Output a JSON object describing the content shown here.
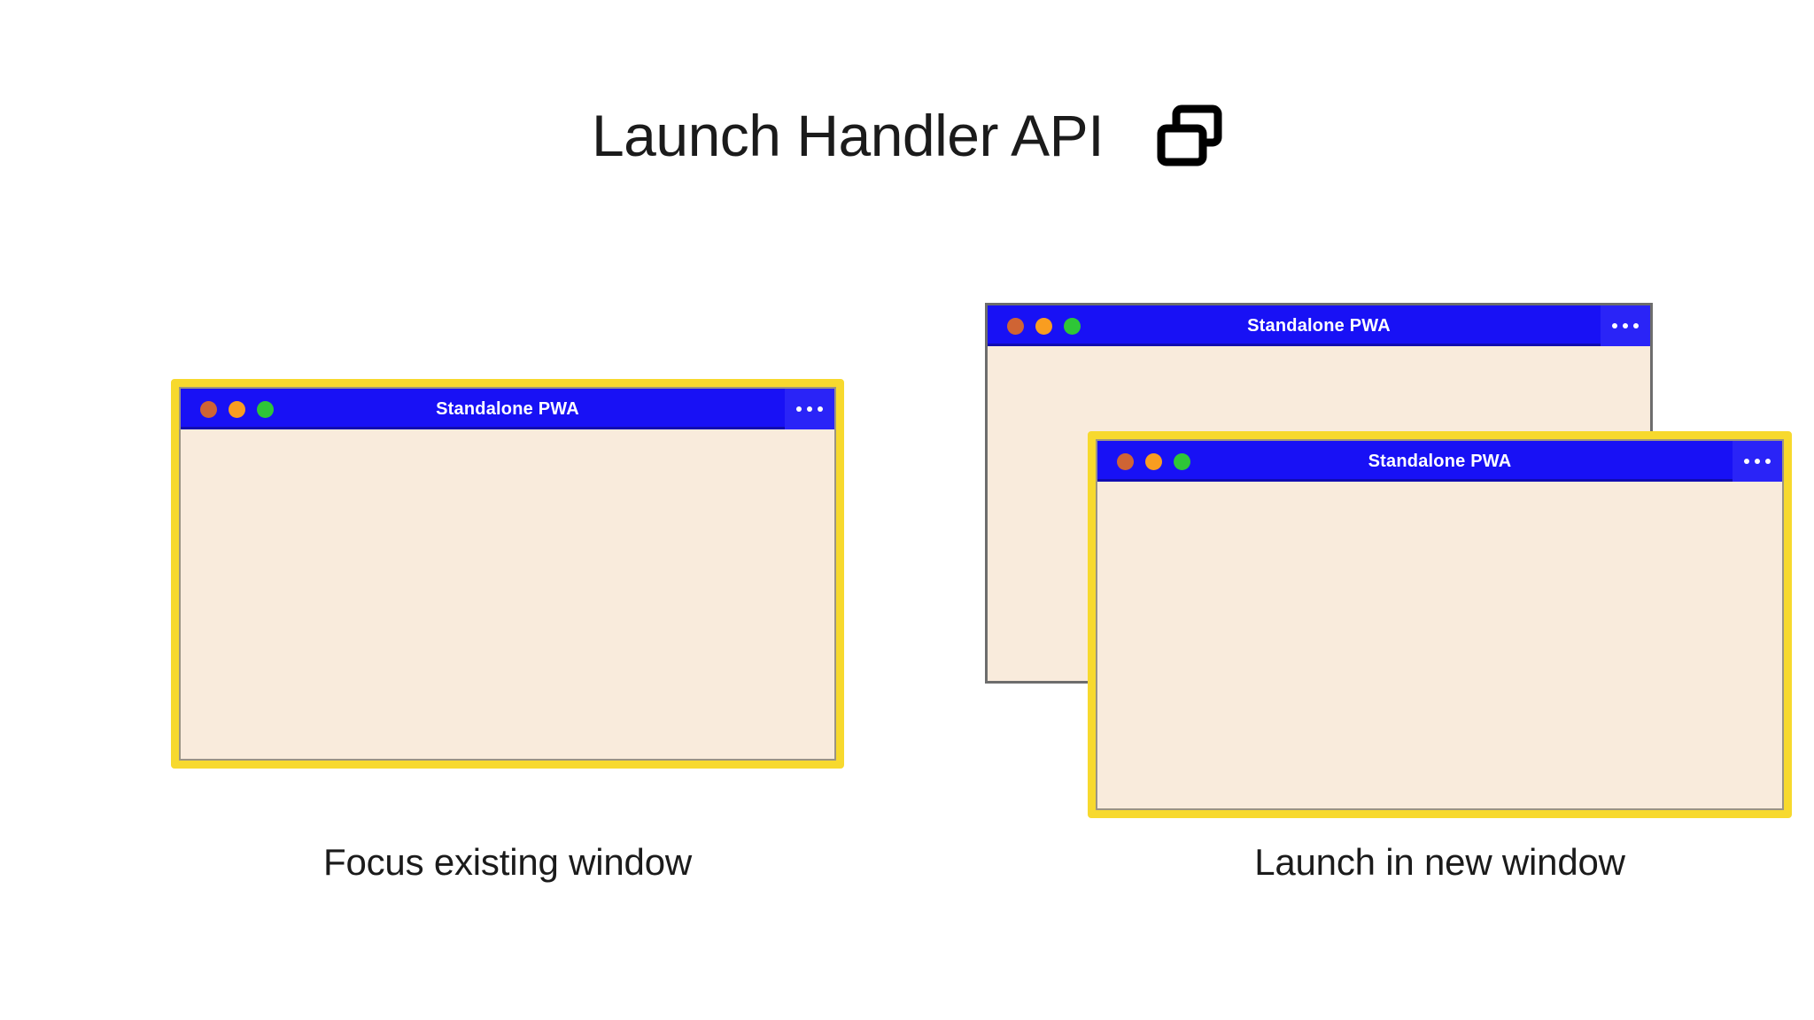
{
  "header": {
    "title": "Launch Handler API",
    "icon": "multi-window-icon"
  },
  "colors": {
    "titlebar_blue": "#1811F5",
    "window_body_cream": "#F9EBDC",
    "highlight_border_yellow": "#F7D92E",
    "plain_border_gray": "#6D6D6D",
    "dot_red": "#CF6434",
    "dot_yellow": "#F99D20",
    "dot_green": "#2EC637",
    "text_dark": "#1B1B1B",
    "page_background": "#FFFFFF"
  },
  "scenarios": [
    {
      "id": "focus-existing-window",
      "caption": "Focus existing window",
      "windows": [
        {
          "id": "window-focus",
          "title": "Standalone PWA",
          "highlighted": true,
          "menu_label": "…",
          "traffic_lights": [
            "close",
            "minimize",
            "maximize"
          ]
        }
      ]
    },
    {
      "id": "launch-in-new-window",
      "caption": "Launch in new window",
      "windows": [
        {
          "id": "window-back",
          "title": "Standalone PWA",
          "highlighted": false,
          "menu_label": "…",
          "traffic_lights": [
            "close",
            "minimize",
            "maximize"
          ]
        },
        {
          "id": "window-front",
          "title": "Standalone PWA",
          "highlighted": true,
          "menu_label": "…",
          "traffic_lights": [
            "close",
            "minimize",
            "maximize"
          ]
        }
      ]
    }
  ]
}
